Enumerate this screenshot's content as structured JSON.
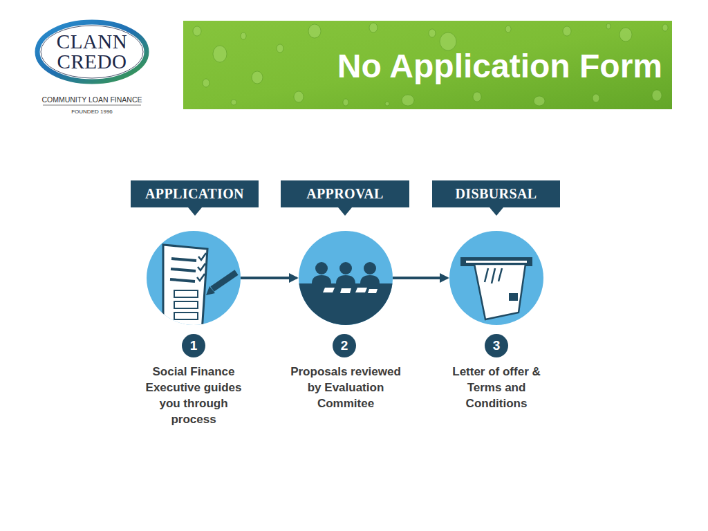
{
  "diagram": {
    "title": "No Application Form",
    "nodes": [
      {
        "text": [
          "CLANN CREDO"
        ]
      },
      {
        "text": [
          "APPLICATION"
        ]
      },
      {
        "text": [
          "APPROVAL"
        ]
      },
      {
        "text": [
          "DISBURSAL"
        ]
      },
      {
        "text": [
          "Social Finance Executive guides you through process"
        ]
      },
      {
        "text": [
          "Proposals reviewed by Evaluation Commitee"
        ]
      },
      {
        "text": [
          "Letter of offer & Terms and Conditions"
        ]
      },
      {
        "text": [
          "1"
        ]
      },
      {
        "text": [
          "2"
        ]
      },
      {
        "text": [
          "3"
        ]
      }
    ],
    "edges": [
      {
        "from": 4,
        "to": 5,
        "arrow": "to"
      },
      {
        "from": 5,
        "to": 6,
        "arrow": "to"
      }
    ],
    "labels": [
      "COMMUNITY LOAN FINANCE",
      "FOUNDED 1996"
    ]
  }
}
